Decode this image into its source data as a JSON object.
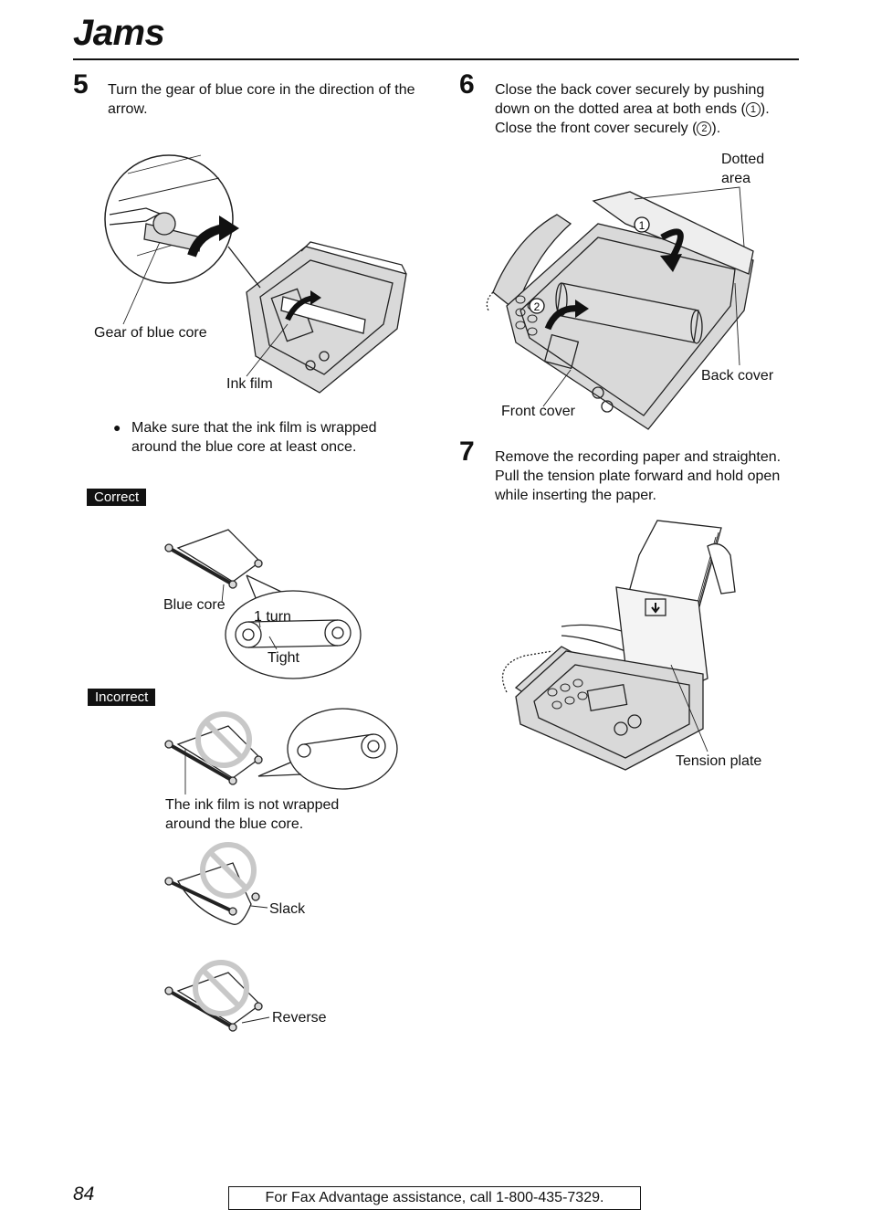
{
  "page": {
    "title": "Jams",
    "page_number": "84",
    "footer": "For Fax Advantage assistance, call 1-800-435-7329."
  },
  "step5": {
    "number": "5",
    "text": "Turn the gear of blue core in the direction of the arrow.",
    "label_gear": "Gear of blue core",
    "label_film": "Ink film",
    "bullet": "Make sure that the ink film is wrapped around the blue core at least once.",
    "correct_tag": "Correct",
    "label_blue_core": "Blue core",
    "label_one_turn": "1 turn",
    "label_tight": "Tight",
    "incorrect_tag": "Incorrect",
    "label_not_wrapped": "The ink film is not wrapped around the blue core.",
    "label_slack": "Slack",
    "label_reverse": "Reverse"
  },
  "step6": {
    "number": "6",
    "text_a": "Close the back cover securely by pushing down on the dotted area at both ends (",
    "marker1": "1",
    "text_b": "). Close the front cover securely (",
    "marker2": "2",
    "text_c": ").",
    "label_dotted": "Dotted area",
    "label_back": "Back cover",
    "label_front": "Front cover"
  },
  "step7": {
    "number": "7",
    "text": "Remove the recording paper and straighten. Pull the tension plate forward and hold open while inserting the paper.",
    "label_tension": "Tension plate"
  }
}
